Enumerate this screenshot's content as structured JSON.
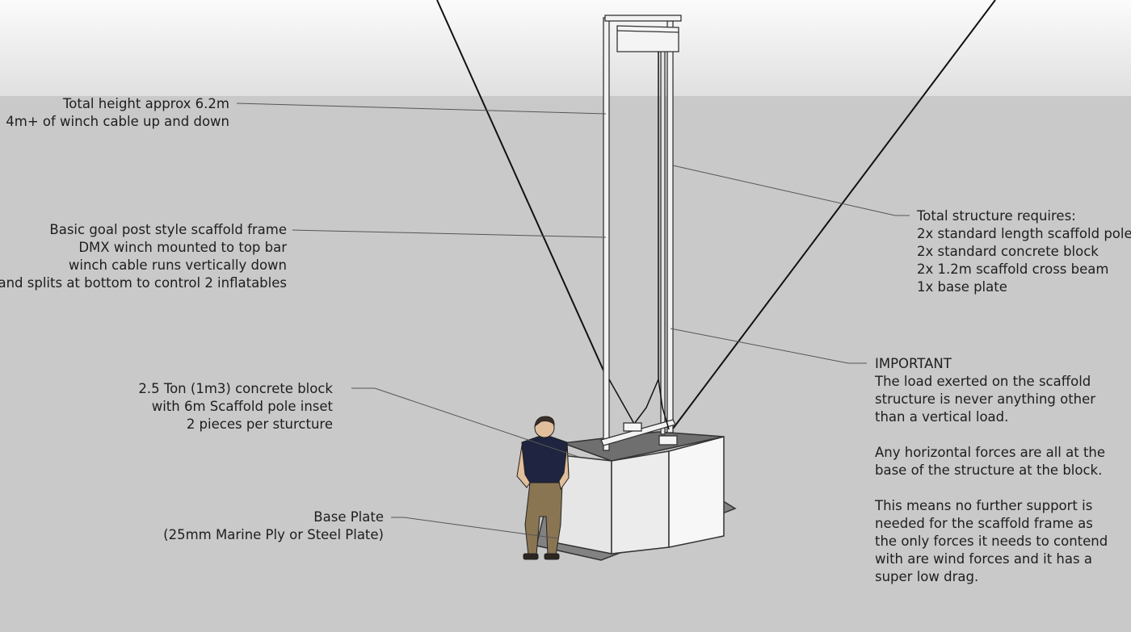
{
  "colors": {
    "sky_top": "#fbfbfb",
    "sky_bottom": "#e0e0e0",
    "ground": "#c9c9c9",
    "line": "#111111",
    "leader": "#555555",
    "block_front": "#ececec",
    "block_side": "#f7f7f7",
    "block_top": "#6f6f6f",
    "plate": "#828282",
    "shirt": "#1f2440",
    "trousers": "#8a7553",
    "skin": "#e2bf9c",
    "shoe": "#2c2520",
    "text": "#1e1e1e"
  },
  "annotations": {
    "height": [
      "Total height approx 6.2m",
      "4m+ of winch cable up and down"
    ],
    "frame": [
      "Basic goal post style scaffold frame",
      "DMX winch mounted to top bar",
      "winch cable runs vertically down",
      "and splits at bottom to control 2 inflatables"
    ],
    "block": [
      "2.5 Ton (1m3) concrete block",
      "with 6m Scaffold pole inset",
      "2 pieces per sturcture"
    ],
    "plate": [
      "Base Plate",
      "(25mm Marine Ply or Steel Plate)"
    ],
    "requires": [
      "Total structure requires:",
      "2x standard length scaffold pole",
      "2x standard concrete block",
      "2x 1.2m scaffold cross beam",
      "1x base plate"
    ],
    "important": {
      "heading": "IMPORTANT",
      "para1": [
        "The load exerted on the scaffold",
        "structure is never anything other",
        "than a vertical load."
      ],
      "para2": [
        "Any horizontal forces are all at the",
        "base of the structure at the block."
      ],
      "para3": [
        "This means no further support is",
        "needed for the scaffold frame as",
        "the only forces it needs to contend",
        "with are wind forces and it has a",
        "super low drag."
      ]
    }
  }
}
